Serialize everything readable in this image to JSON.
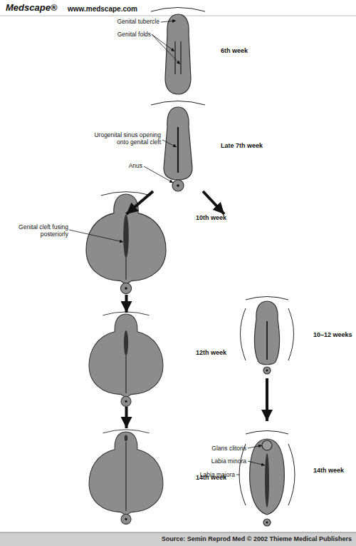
{
  "diagram": {
    "caption": "Source: Semin Reprod Med © 2002 Thieme Medical Publishers",
    "nodes": [
      {
        "text": [
          "6th week"
        ]
      },
      {
        "text": [
          "Late 7th week"
        ]
      },
      {
        "text": [
          "10th week"
        ]
      },
      {
        "text": [
          "12th week"
        ]
      },
      {
        "text": [
          "14th week"
        ]
      },
      {
        "text": [
          "10–12 weeks"
        ]
      },
      {
        "text": [
          "14th week"
        ]
      }
    ],
    "edges": [
      {
        "from": 1,
        "to": 2,
        "arrow": "to"
      },
      {
        "from": 1,
        "to": 5,
        "arrow": "to"
      },
      {
        "from": 2,
        "to": 3,
        "arrow": "to"
      },
      {
        "from": 3,
        "to": 4,
        "arrow": "to"
      },
      {
        "from": 5,
        "to": 6,
        "arrow": "to"
      }
    ],
    "labels": [
      "Medscape®",
      "www.medscape.com",
      "Genital tubercle",
      "Genital folds",
      "Urogenital sinus opening onto genital cleft",
      "Anus",
      "Genital cleft fusing posteriorly",
      "Glans clitoris",
      "Labia minora",
      "Labia majora"
    ]
  }
}
